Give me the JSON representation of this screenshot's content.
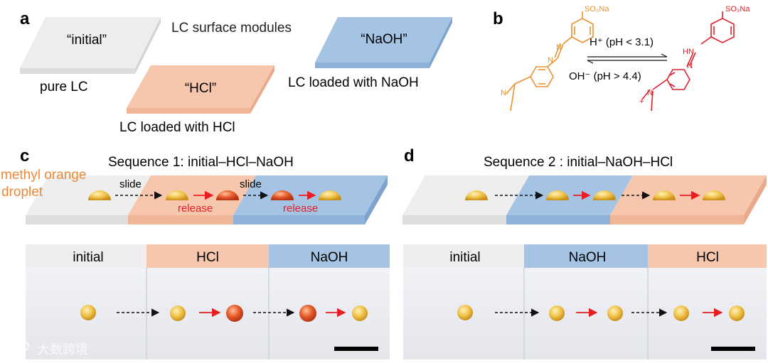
{
  "panel_labels": {
    "a": "a",
    "b": "b",
    "c": "c",
    "d": "d"
  },
  "panel_a": {
    "title": "LC surface modules",
    "plates": [
      {
        "label": "“initial”",
        "caption": "pure LC",
        "color": "#eeeeee"
      },
      {
        "label": "“HCl”",
        "caption": "LC loaded with HCl",
        "color": "#f6c7ac"
      },
      {
        "label": "“NaOH”",
        "caption": "LC loaded with NaOH",
        "color": "#a5c4e4"
      }
    ]
  },
  "panel_b": {
    "group_left": "SO₃Na",
    "group_right": "SO₃Na",
    "forward": "H⁺ (pH < 3.1)",
    "backward": "OH⁻ (pH > 4.4)",
    "charge": "+",
    "left_color": "#e8922e",
    "right_color": "#e0212b"
  },
  "panel_c": {
    "title": "Sequence 1: initial–HCl–NaOH",
    "droplet_label_1": "methyl orange",
    "droplet_label_2": "droplet",
    "slide_label": "slide",
    "release_label": "release",
    "photo_headers": [
      "initial",
      "HCl",
      "NaOH"
    ]
  },
  "panel_d": {
    "title": "Sequence 2 : initial–NaOH–HCl",
    "photo_headers": [
      "initial",
      "NaOH",
      "HCl"
    ]
  },
  "colors": {
    "initial": "#eeeeee",
    "hcl": "#f6c7ac",
    "naoh": "#a5c4e4",
    "arrow_red": "#ea1c24",
    "label_orange": "#e98a3a",
    "droplet_yellow": "#efc14a",
    "droplet_orange": "#e2562b"
  },
  "watermark": "大数跨境"
}
